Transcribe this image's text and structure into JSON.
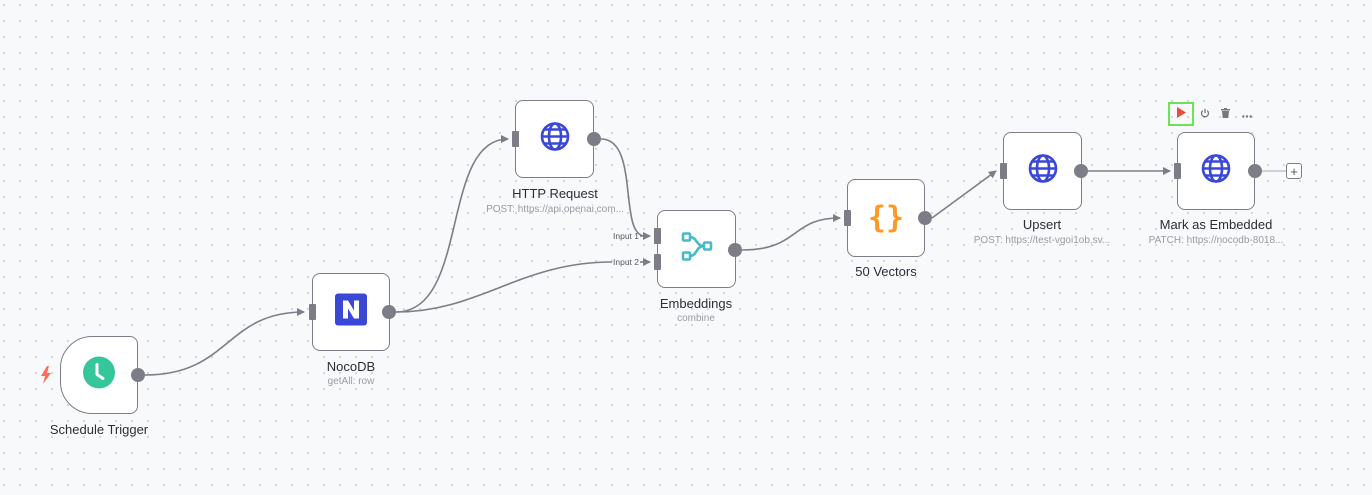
{
  "canvas": {
    "name": "workflow-canvas"
  },
  "colors": {
    "edge": "#7d7d87",
    "trigger_bolt": "#ff6d5a",
    "schedule_icon": "#35c69b",
    "nocodb_icon": "#3b47d6",
    "http_icon": "#3b47d6",
    "merge_icon": "#4bb7c9",
    "code_icon": "#ff9922",
    "run_button": "#ea4b3c",
    "active_outline": "#6fe05a"
  },
  "nodes": [
    {
      "id": "schedule",
      "title": "Schedule Trigger",
      "subtitle": "",
      "icon": "clock-icon"
    },
    {
      "id": "nocodb",
      "title": "NocoDB",
      "subtitle": "getAll: row",
      "icon": "nocodb-logo-icon"
    },
    {
      "id": "http",
      "title": "HTTP Request",
      "subtitle": "POST: https://api.openai.com...",
      "icon": "globe-icon"
    },
    {
      "id": "embeddings",
      "title": "Embeddings",
      "subtitle": "combine",
      "icon": "merge-icon",
      "inputs": [
        "Input 1",
        "Input 2"
      ]
    },
    {
      "id": "vectors",
      "title": "50 Vectors",
      "subtitle": "",
      "icon": "code-braces-icon"
    },
    {
      "id": "upsert",
      "title": "Upsert",
      "subtitle": "POST: https://test-vgoi1ob.sv...",
      "icon": "globe-icon"
    },
    {
      "id": "mark",
      "title": "Mark as Embedded",
      "subtitle": "PATCH: https://nocodb-8018...",
      "icon": "globe-icon"
    }
  ],
  "connections": [
    {
      "from": "schedule",
      "to": "nocodb"
    },
    {
      "from": "nocodb",
      "to": "http"
    },
    {
      "from": "nocodb",
      "to": "embeddings",
      "input": "Input 2"
    },
    {
      "from": "http",
      "to": "embeddings",
      "input": "Input 1"
    },
    {
      "from": "embeddings",
      "to": "vectors"
    },
    {
      "from": "vectors",
      "to": "upsert"
    },
    {
      "from": "upsert",
      "to": "mark"
    }
  ],
  "node_toolbar": {
    "target": "Mark as Embedded",
    "buttons": [
      {
        "name": "execute-node",
        "icon": "play-icon",
        "active": true
      },
      {
        "name": "deactivate-node",
        "icon": "power-icon"
      },
      {
        "name": "delete-node",
        "icon": "trash-icon"
      },
      {
        "name": "more-options",
        "icon": "ellipsis-icon"
      }
    ]
  },
  "add_node": {
    "icon": "plus-icon",
    "label": "+"
  }
}
